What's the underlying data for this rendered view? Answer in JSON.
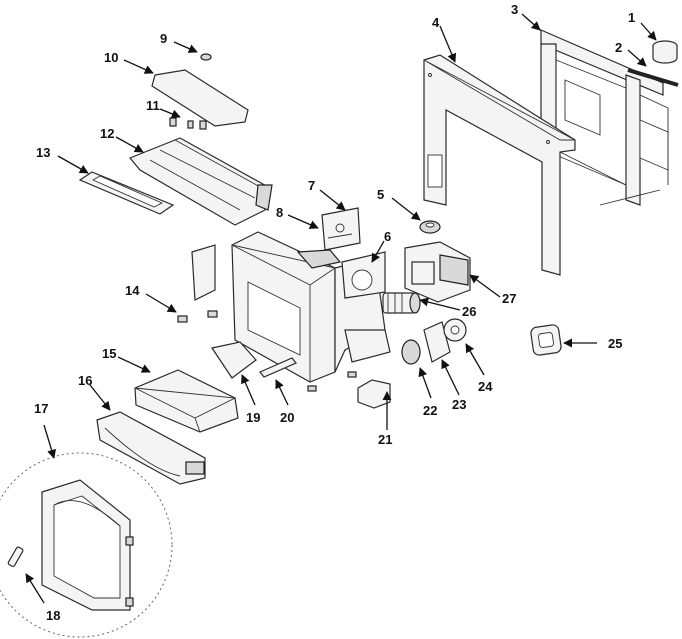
{
  "diagram": {
    "callouts": [
      {
        "label": "1"
      },
      {
        "label": "2"
      },
      {
        "label": "3"
      },
      {
        "label": "4"
      },
      {
        "label": "5"
      },
      {
        "label": "6"
      },
      {
        "label": "7"
      },
      {
        "label": "8"
      },
      {
        "label": "9"
      },
      {
        "label": "10"
      },
      {
        "label": "11"
      },
      {
        "label": "12"
      },
      {
        "label": "13"
      },
      {
        "label": "14"
      },
      {
        "label": "15"
      },
      {
        "label": "16"
      },
      {
        "label": "17"
      },
      {
        "label": "18"
      },
      {
        "label": "19"
      },
      {
        "label": "20"
      },
      {
        "label": "21"
      },
      {
        "label": "22"
      },
      {
        "label": "23"
      },
      {
        "label": "24"
      },
      {
        "label": "25"
      },
      {
        "label": "26"
      },
      {
        "label": "27"
      }
    ]
  }
}
